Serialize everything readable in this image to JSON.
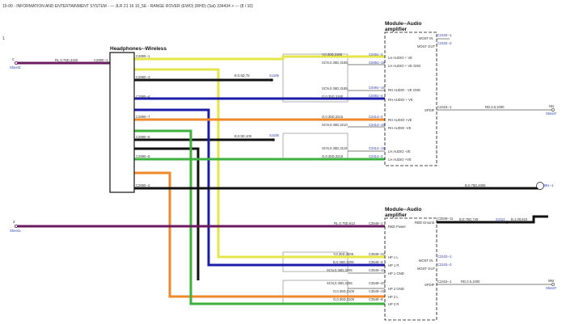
{
  "header": {
    "title": "15-00 - INFORMATION AND ENTERTAINMENT SYSTEM - --- JLR 21 16 10_5E - RANGE ROVER (EWO) (RHD) (Sal) 334434 > --- (8 / 10)"
  },
  "colors": {
    "yellow": "#e6e64a",
    "black": "#111111",
    "blue": "#1c1ca8",
    "orange": "#ee8a2a",
    "green": "#3db03d",
    "purple": "#6a1a5e",
    "label_blue": "#2a3ab0"
  },
  "headphones": {
    "title": "Headphones--Wireless",
    "pins": [
      "C2890--1",
      "C2890--3",
      "C2890--4",
      "C2890--7",
      "C2890--6",
      "C2890--8",
      "C2890--2"
    ]
  },
  "amp_top": {
    "title": "Module--Audio amplifier",
    "pins": [
      "MOST IN",
      "MOST OUT",
      "LH AUDIO + VE",
      "LH AUDIO + VE GND",
      "RH AUDIO - VE GND",
      "RH AUDIO + VE",
      "SPDIF",
      "RH AUDIO +VE",
      "RH AUDIO -VE",
      "LH AUDIO -VE",
      "LH AUDIO +VE"
    ],
    "connectors": [
      "C2102--1",
      "C2102--2",
      "C0491--3",
      "C0491--15",
      "C0491--16",
      "C0491--4",
      "C2414--4",
      "C2414--16",
      "C2414--15",
      "C2414--3",
      "C2415--1"
    ]
  },
  "amp_bottom": {
    "title": "Module--Audio amplifier",
    "pins": [
      "RBD Power",
      "RBD Ground",
      "HP 1 L",
      "HP 1 R",
      "HP 1 GND",
      "MOST IN",
      "MOST OUT",
      "HP 2 GND",
      "HP 2 L",
      "HP 2 R",
      "SPDIF"
    ],
    "connectors": [
      "C3549--1",
      "C3549--11",
      "C3549--22",
      "C3549--9",
      "C3549--10",
      "C2102--1",
      "C2102--2",
      "C3549--20",
      "C3549--21",
      "C3549--8",
      "C2415--1"
    ]
  },
  "wires": {
    "top_left": "RL,0.75D,3150",
    "top_left_conn": "C2890--1",
    "y1": "Y,0.35D,3180",
    "scn1": "SCN,0.35D,3185",
    "b1": "B,0.5D,75",
    "scn2": "SCN,0.35D,3185",
    "g1": "G,0.35D,3180",
    "o1": "O,0.35D,3215",
    "scn3": "SCN,0.35D,3210",
    "b2": "B,0.5D,105",
    "scn4": "SCN,0.35D,3110",
    "g2": "G,0.35D,3215",
    "rd_top": "RD,0.5,1000",
    "b_long": "B,0.75D,4085",
    "c2891": "C2891--1",
    "rl_bot": "RL,0.75D,613",
    "b_gnd": "B,0.75D,740",
    "b_gnd2": "B,1.00,810",
    "y2": "Y,0.35D,3205",
    "b3": "B,0.35D,3205",
    "scn5": "SCN,0.35D,3205",
    "scn6": "SCN,0.35D,3205",
    "o2": "O,0.35D,3100",
    "g3": "G,0.35D,3100",
    "rd_bot": "RD,0.5,1000"
  },
  "splices": [
    "SJ105",
    "SJ106",
    "SJ112"
  ],
  "sheets": {
    "c": "C",
    "c_sheet": "Sheet3",
    "nn": "NN",
    "nn_sheet": "Sheet7",
    "z": "Z",
    "z_sheet": "Sheet1",
    "mm": "MM",
    "mm_sheet": "Sheet7"
  }
}
